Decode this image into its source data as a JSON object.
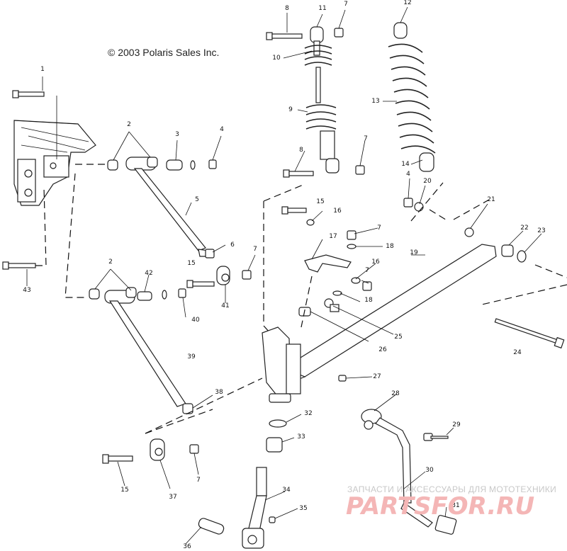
{
  "copyright": "© 2003 Polaris Sales Inc.",
  "watermark": {
    "tagline": "ЗАПЧАСТИ И АКСЕССУАРЫ ДЛЯ МОТОТЕХНИКИ",
    "logo_text": "PARTSFOR.RU",
    "colors": {
      "logo": "#f4b6b6",
      "tagline": "#c8c8c8"
    }
  },
  "callouts": [
    {
      "id": "c1",
      "label": "1"
    },
    {
      "id": "c2a",
      "label": "2"
    },
    {
      "id": "c2b",
      "label": "2"
    },
    {
      "id": "c3",
      "label": "3"
    },
    {
      "id": "c4a",
      "label": "4"
    },
    {
      "id": "c4b",
      "label": "4"
    },
    {
      "id": "c5",
      "label": "5"
    },
    {
      "id": "c6",
      "label": "6"
    },
    {
      "id": "c7a",
      "label": "7"
    },
    {
      "id": "c7b",
      "label": "7"
    },
    {
      "id": "c7c",
      "label": "7"
    },
    {
      "id": "c7d",
      "label": "7"
    },
    {
      "id": "c7e",
      "label": "7"
    },
    {
      "id": "c7f",
      "label": "7"
    },
    {
      "id": "c8a",
      "label": "8"
    },
    {
      "id": "c8b",
      "label": "8"
    },
    {
      "id": "c9",
      "label": "9"
    },
    {
      "id": "c10",
      "label": "10"
    },
    {
      "id": "c11",
      "label": "11"
    },
    {
      "id": "c12",
      "label": "12"
    },
    {
      "id": "c13",
      "label": "13"
    },
    {
      "id": "c14",
      "label": "14"
    },
    {
      "id": "c15a",
      "label": "15"
    },
    {
      "id": "c15b",
      "label": "15"
    },
    {
      "id": "c15c",
      "label": "15"
    },
    {
      "id": "c16a",
      "label": "16"
    },
    {
      "id": "c16b",
      "label": "16"
    },
    {
      "id": "c17",
      "label": "17"
    },
    {
      "id": "c18a",
      "label": "18"
    },
    {
      "id": "c18b",
      "label": "18"
    },
    {
      "id": "c19",
      "label": "19"
    },
    {
      "id": "c20",
      "label": "20"
    },
    {
      "id": "c21",
      "label": "21"
    },
    {
      "id": "c22",
      "label": "22"
    },
    {
      "id": "c23",
      "label": "23"
    },
    {
      "id": "c24",
      "label": "24"
    },
    {
      "id": "c25",
      "label": "25"
    },
    {
      "id": "c26",
      "label": "26"
    },
    {
      "id": "c27",
      "label": "27"
    },
    {
      "id": "c28",
      "label": "28"
    },
    {
      "id": "c29",
      "label": "29"
    },
    {
      "id": "c30",
      "label": "30"
    },
    {
      "id": "c31",
      "label": "31"
    },
    {
      "id": "c32",
      "label": "32"
    },
    {
      "id": "c33",
      "label": "33"
    },
    {
      "id": "c34",
      "label": "34"
    },
    {
      "id": "c35",
      "label": "35"
    },
    {
      "id": "c36",
      "label": "36"
    },
    {
      "id": "c37",
      "label": "37"
    },
    {
      "id": "c38",
      "label": "38"
    },
    {
      "id": "c39",
      "label": "39"
    },
    {
      "id": "c40",
      "label": "40"
    },
    {
      "id": "c41",
      "label": "41"
    },
    {
      "id": "c42",
      "label": "42"
    },
    {
      "id": "c43",
      "label": "43"
    }
  ]
}
